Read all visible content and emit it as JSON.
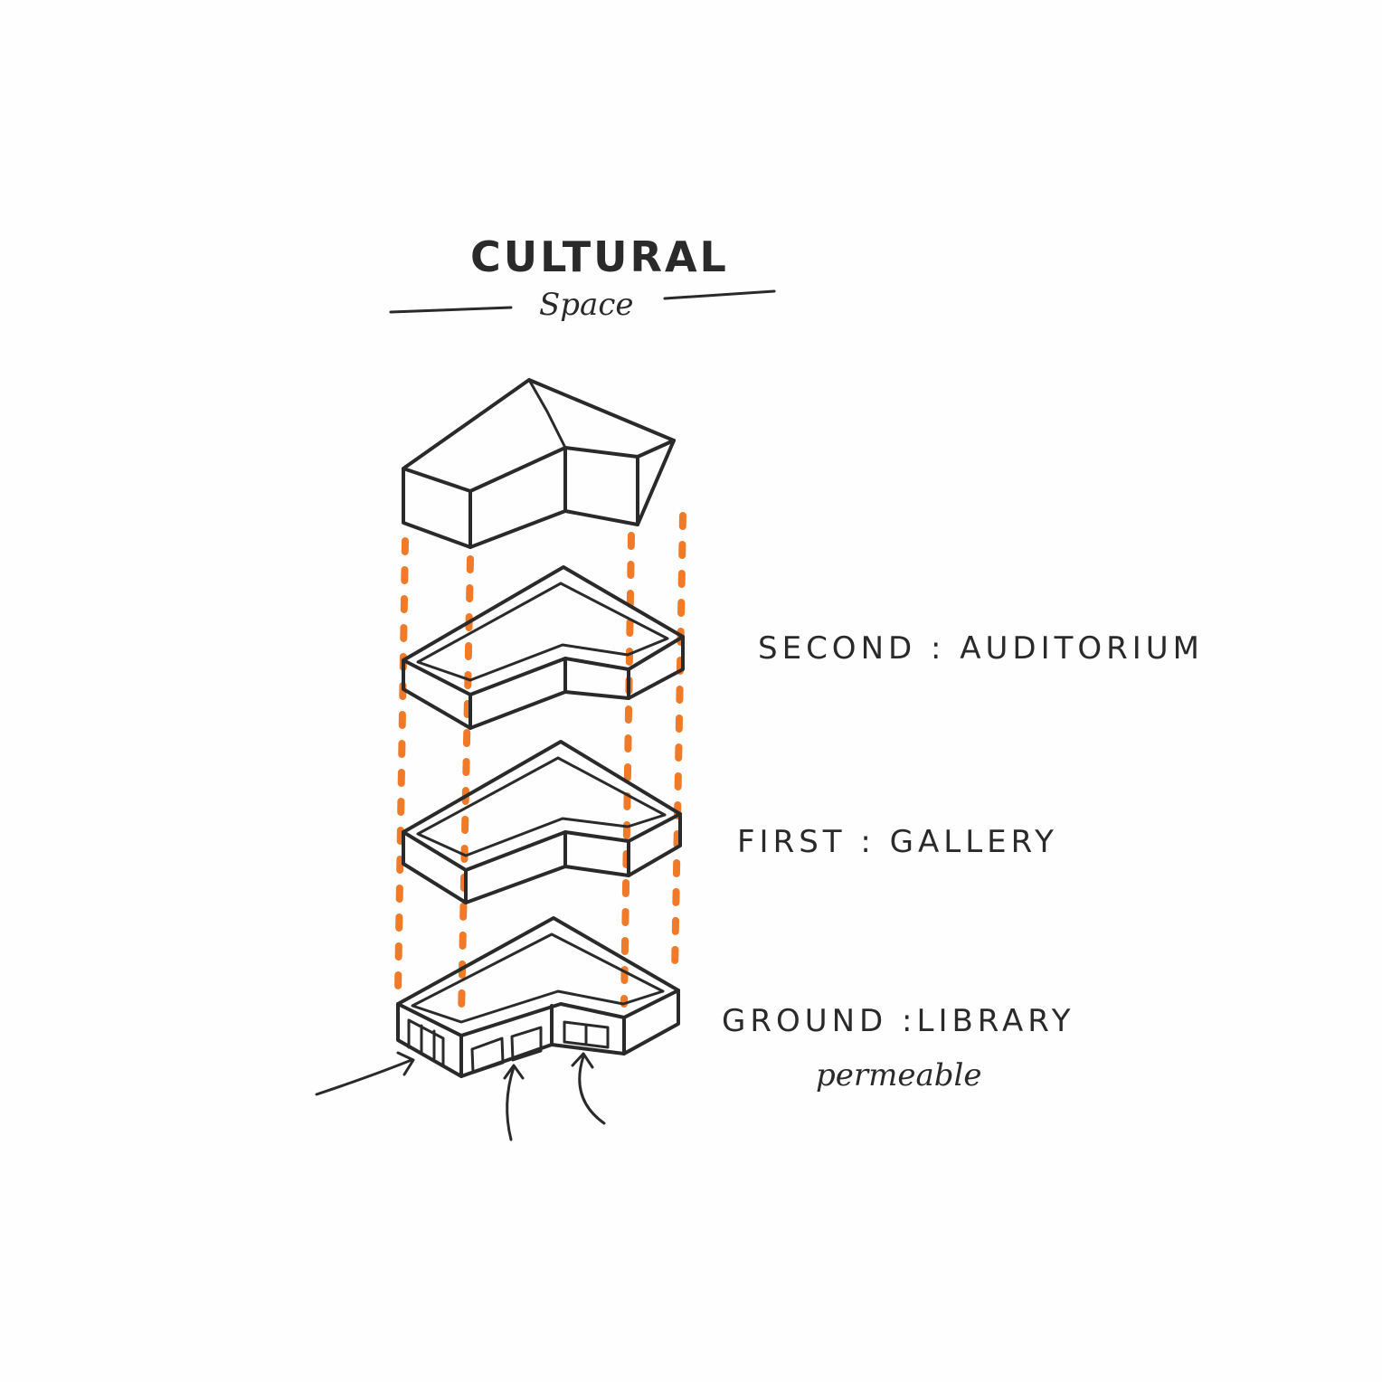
{
  "title": {
    "main": "CULTURAL",
    "sub": "Space"
  },
  "levels": [
    {
      "name": "SECOND",
      "sep": " : ",
      "use": "AUDITORIUM"
    },
    {
      "name": "FIRST",
      "sep": " : ",
      "use": "GALLERY"
    },
    {
      "name": "GROUND",
      "sep": " :",
      "use": "LIBRARY"
    }
  ],
  "ground_note": "permeable",
  "colors": {
    "ink": "#2a2a2a",
    "marker": "#f07a28",
    "paper": "#fefefe"
  }
}
